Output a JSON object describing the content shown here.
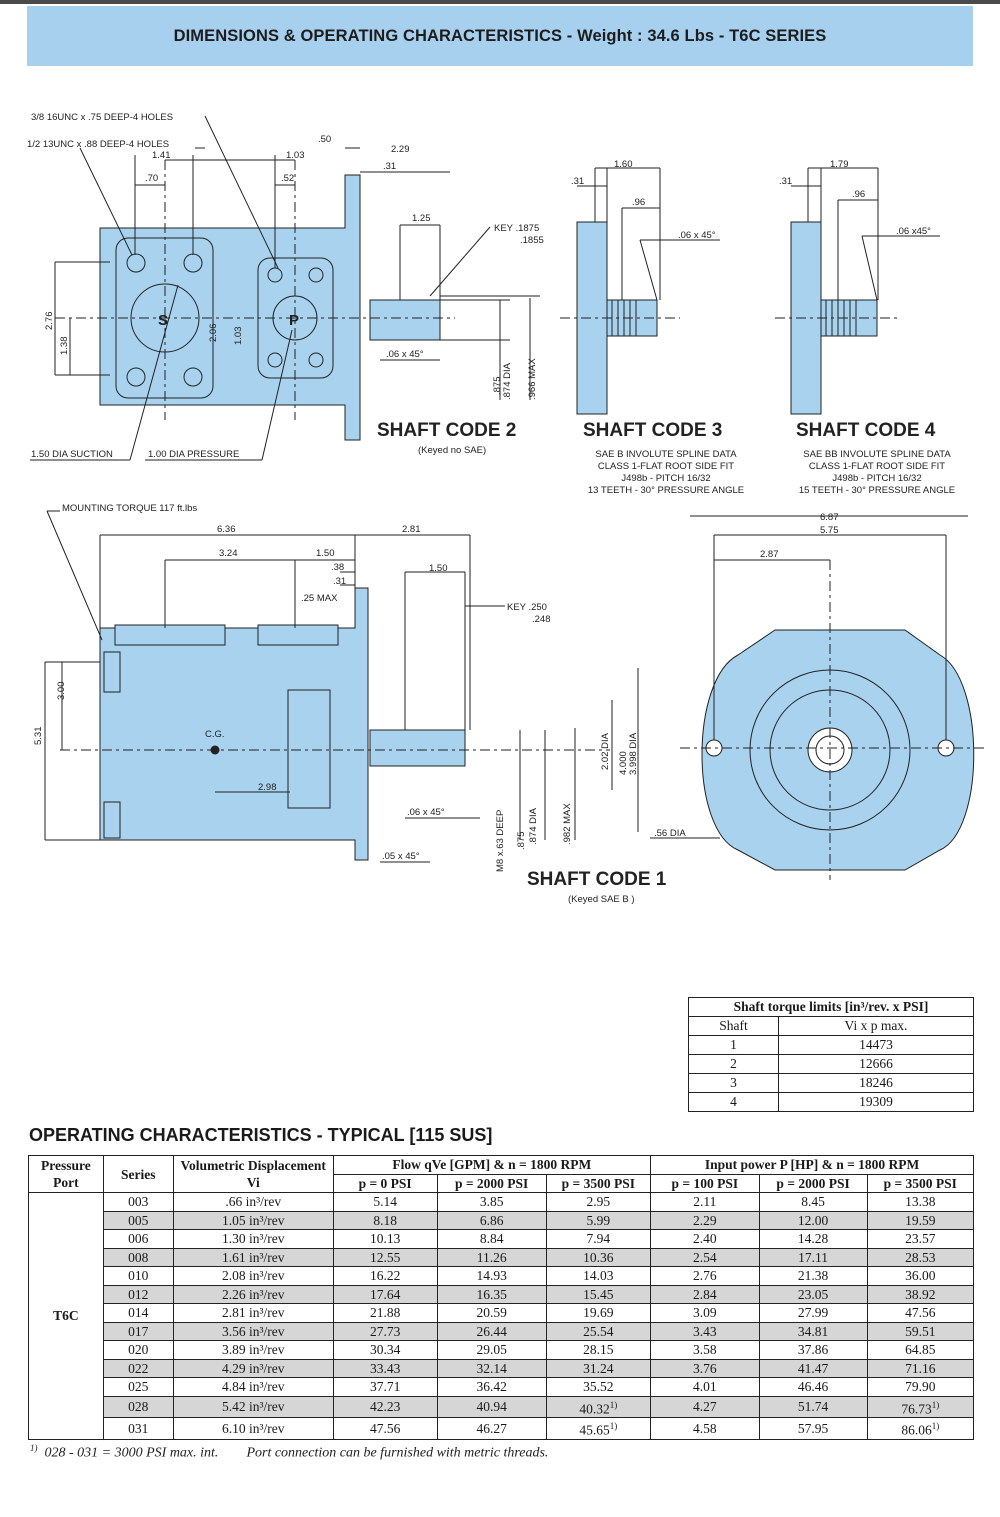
{
  "header": {
    "title": "DIMENSIONS & OPERATING CHARACTERISTICS - Weight : 34.6 Lbs - T6C SERIES"
  },
  "colors": {
    "header_bg": "#a7cfee",
    "pump_body": "#a8d2ee",
    "table_shade": "#d6d6d6"
  },
  "drawing": {
    "top_view": {
      "holes_38": "3/8 16UNC x .75 DEEP-4 HOLES",
      "holes_12": "1/2 13UNC x .88 DEEP-4 HOLES",
      "d141": "1.41",
      "d070": ".70",
      "d103": "1.03",
      "d052": ".52",
      "d050": ".50",
      "d229": "2.29",
      "d031": ".31",
      "d125": "1.25",
      "key": "KEY .1875",
      "key2": ".1855",
      "d276": "2.76",
      "d138": "1.38",
      "d206": "2.06",
      "d103v": "1.03",
      "s_label": "S",
      "p_label": "P",
      "d06x45": ".06 x 45°",
      "d875": ".875",
      "d874": ".874 DIA",
      "d966": ".966 MAX",
      "suction": "1.50 DIA SUCTION",
      "pressure": "1.00 DIA PRESSURE"
    },
    "shaft2": {
      "title": "SHAFT CODE 2",
      "note": "(Keyed  no SAE)"
    },
    "shaft3": {
      "title": "SHAFT CODE 3",
      "d160": "1.60",
      "d031": ".31",
      "d096": ".96",
      "cham": ".06 x 45°",
      "lines": [
        "SAE B INVOLUTE SPLINE DATA",
        "CLASS 1-FLAT ROOT SIDE FIT",
        "J498b - PITCH 16/32",
        "13 TEETH - 30° PRESSURE ANGLE"
      ]
    },
    "shaft4": {
      "title": "SHAFT CODE 4",
      "d179": "1.79",
      "d031": ".31",
      "d096": ".96",
      "cham": ".06 x45°",
      "lines": [
        "SAE BB INVOLUTE SPLINE DATA",
        "CLASS 1-FLAT ROOT SIDE FIT",
        "J498b - PITCH 16/32",
        "15 TEETH - 30° PRESSURE ANGLE"
      ]
    },
    "side_view": {
      "torque": "MOUNTING TORQUE 117 ft.lbs",
      "d636": "6.36",
      "d281": "2.81",
      "d324": "3.24",
      "d150": "1.50",
      "d038": ".38",
      "d031": ".31",
      "d025": ".25  MAX",
      "d150b": "1.50",
      "key": "KEY .250",
      "key2": ".248",
      "d300": "3.00",
      "d531": "5.31",
      "cg": "C.G.",
      "d298": "2.98",
      "d06x45": ".06 x 45°",
      "d05x45": ".05 x 45°",
      "m8": "M8 x.63 DEEP",
      "d875": ".875",
      "d874": ".874  DIA",
      "d982": ".982  MAX",
      "d202": "2.02  DIA",
      "d4000": "4.000",
      "d3998": "3.998  DIA"
    },
    "shaft1": {
      "title": "SHAFT CODE 1",
      "note": "(Keyed SAE B )"
    },
    "front_view": {
      "d687": "6.87",
      "d575": "5.75",
      "d287": "2.87",
      "d056": ".56  DIA"
    }
  },
  "torque_table": {
    "title": "Shaft torque limits [in³/rev. x PSI]",
    "col_shaft": "Shaft",
    "col_value": "Vi x p max.",
    "rows": [
      {
        "shaft": "1",
        "value": "14473"
      },
      {
        "shaft": "2",
        "value": "12666"
      },
      {
        "shaft": "3",
        "value": "18246"
      },
      {
        "shaft": "4",
        "value": "19309"
      }
    ]
  },
  "operating": {
    "title": "OPERATING CHARACTERISTICS - TYPICAL [115 SUS]",
    "headers": {
      "port": "Pressure Port",
      "series": "Series",
      "disp": "Volumetric Displacement Vi",
      "flow": "Flow qVe [GPM] & n = 1800 RPM",
      "power": "Input power P [HP] & n = 1800 RPM",
      "flow_cols": [
        "p = 0 PSI",
        "p = 2000 PSI",
        "p = 3500 PSI"
      ],
      "power_cols": [
        "p = 100 PSI",
        "p = 2000 PSI",
        "p = 3500 PSI"
      ]
    },
    "port": "T6C",
    "rows": [
      {
        "series": "003",
        "disp": ".66 in³/rev",
        "f0": "5.14",
        "f2000": "3.85",
        "f3500": "2.95",
        "p100": "2.11",
        "p2000": "8.45",
        "p3500": "13.38"
      },
      {
        "series": "005",
        "disp": "1.05 in³/rev",
        "f0": "8.18",
        "f2000": "6.86",
        "f3500": "5.99",
        "p100": "2.29",
        "p2000": "12.00",
        "p3500": "19.59"
      },
      {
        "series": "006",
        "disp": "1.30 in³/rev",
        "f0": "10.13",
        "f2000": "8.84",
        "f3500": "7.94",
        "p100": "2.40",
        "p2000": "14.28",
        "p3500": "23.57"
      },
      {
        "series": "008",
        "disp": "1.61 in³/rev",
        "f0": "12.55",
        "f2000": "11.26",
        "f3500": "10.36",
        "p100": "2.54",
        "p2000": "17.11",
        "p3500": "28.53"
      },
      {
        "series": "010",
        "disp": "2.08 in³/rev",
        "f0": "16.22",
        "f2000": "14.93",
        "f3500": "14.03",
        "p100": "2.76",
        "p2000": "21.38",
        "p3500": "36.00"
      },
      {
        "series": "012",
        "disp": "2.26 in³/rev",
        "f0": "17.64",
        "f2000": "16.35",
        "f3500": "15.45",
        "p100": "2.84",
        "p2000": "23.05",
        "p3500": "38.92"
      },
      {
        "series": "014",
        "disp": "2.81 in³/rev",
        "f0": "21.88",
        "f2000": "20.59",
        "f3500": "19.69",
        "p100": "3.09",
        "p2000": "27.99",
        "p3500": "47.56"
      },
      {
        "series": "017",
        "disp": "3.56 in³/rev",
        "f0": "27.73",
        "f2000": "26.44",
        "f3500": "25.54",
        "p100": "3.43",
        "p2000": "34.81",
        "p3500": "59.51"
      },
      {
        "series": "020",
        "disp": "3.89 in³/rev",
        "f0": "30.34",
        "f2000": "29.05",
        "f3500": "28.15",
        "p100": "3.58",
        "p2000": "37.86",
        "p3500": "64.85"
      },
      {
        "series": "022",
        "disp": "4.29 in³/rev",
        "f0": "33.43",
        "f2000": "32.14",
        "f3500": "31.24",
        "p100": "3.76",
        "p2000": "41.47",
        "p3500": "71.16"
      },
      {
        "series": "025",
        "disp": "4.84 in³/rev",
        "f0": "37.71",
        "f2000": "36.42",
        "f3500": "35.52",
        "p100": "4.01",
        "p2000": "46.46",
        "p3500": "79.90"
      },
      {
        "series": "028",
        "disp": "5.42 in³/rev",
        "f0": "42.23",
        "f2000": "40.94",
        "f3500": "40.32",
        "f3500_note": "1)",
        "p100": "4.27",
        "p2000": "51.74",
        "p3500": "76.73",
        "p3500_note": "1)"
      },
      {
        "series": "031",
        "disp": "6.10 in³/rev",
        "f0": "47.56",
        "f2000": "46.27",
        "f3500": "45.65",
        "f3500_note": "1)",
        "p100": "4.58",
        "p2000": "57.95",
        "p3500": "86.06",
        "p3500_note": "1)"
      }
    ]
  },
  "footnote": {
    "marker": "1)",
    "text1": "028 - 031 = 3000 PSI max. int.",
    "text2": "Port connection can be furnished with metric threads."
  }
}
